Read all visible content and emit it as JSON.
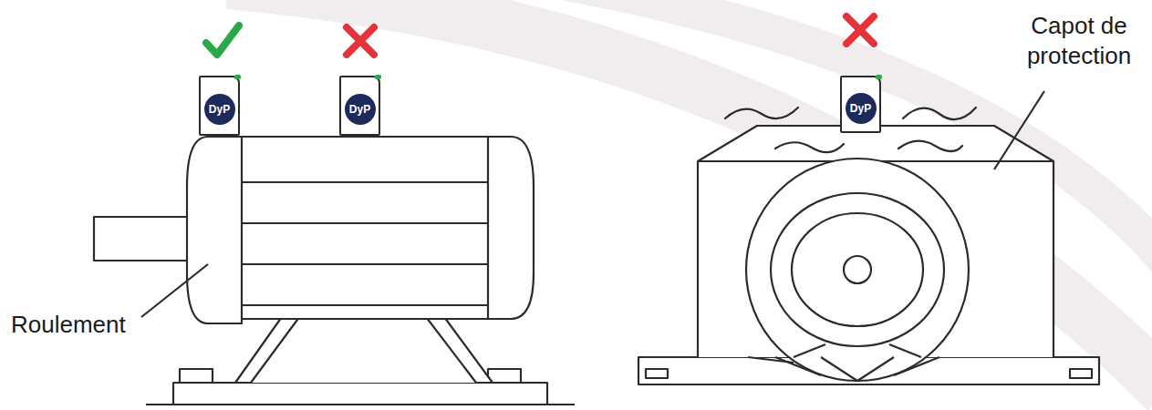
{
  "diagram": {
    "nodes": [
      {
        "text": [
          "DyP"
        ]
      },
      {
        "text": [
          "DyP"
        ]
      },
      {
        "text": [
          "DyP"
        ]
      }
    ],
    "labels": [
      "Roulement",
      "Capot de protection"
    ]
  }
}
